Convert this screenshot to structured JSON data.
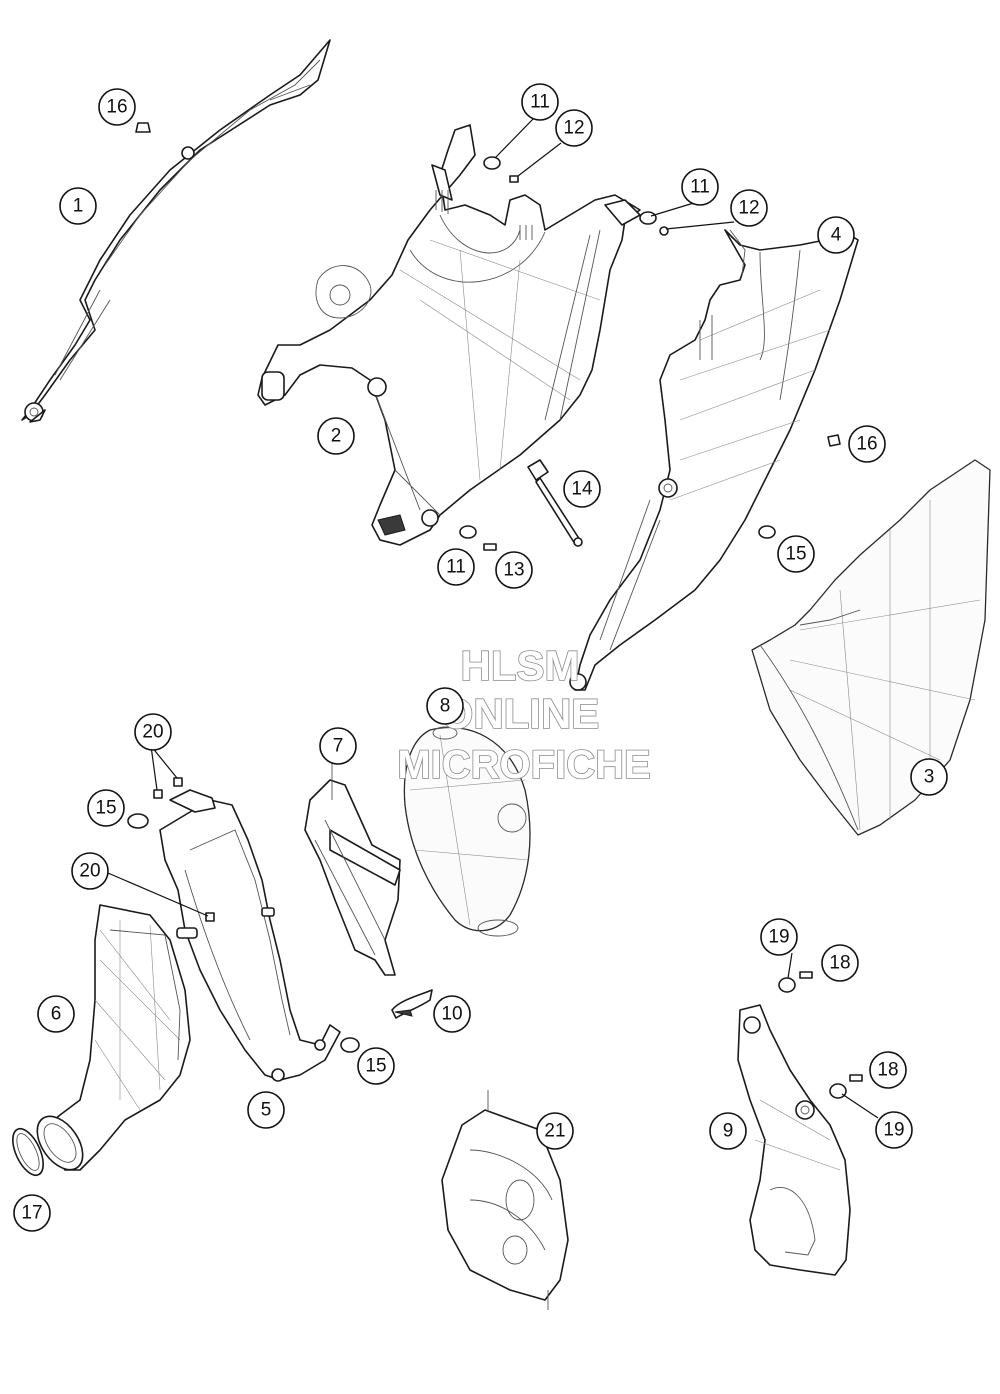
{
  "watermark": {
    "line1": "HLSM",
    "line2": "ONLINE",
    "line3": "MICROFICHE"
  },
  "callouts": [
    {
      "id": "c1",
      "label": "1"
    },
    {
      "id": "c2",
      "label": "2"
    },
    {
      "id": "c3",
      "label": "3"
    },
    {
      "id": "c4",
      "label": "4"
    },
    {
      "id": "c5",
      "label": "5"
    },
    {
      "id": "c6",
      "label": "6"
    },
    {
      "id": "c7",
      "label": "7"
    },
    {
      "id": "c8",
      "label": "8"
    },
    {
      "id": "c9",
      "label": "9"
    },
    {
      "id": "c10",
      "label": "10"
    },
    {
      "id": "c11a",
      "label": "11"
    },
    {
      "id": "c11b",
      "label": "11"
    },
    {
      "id": "c11c",
      "label": "11"
    },
    {
      "id": "c12a",
      "label": "12"
    },
    {
      "id": "c12b",
      "label": "12"
    },
    {
      "id": "c13",
      "label": "13"
    },
    {
      "id": "c14",
      "label": "14"
    },
    {
      "id": "c15a",
      "label": "15"
    },
    {
      "id": "c15b",
      "label": "15"
    },
    {
      "id": "c15c",
      "label": "15"
    },
    {
      "id": "c16a",
      "label": "16"
    },
    {
      "id": "c16b",
      "label": "16"
    },
    {
      "id": "c17",
      "label": "17"
    },
    {
      "id": "c18a",
      "label": "18"
    },
    {
      "id": "c18b",
      "label": "18"
    },
    {
      "id": "c19a",
      "label": "19"
    },
    {
      "id": "c19b",
      "label": "19"
    },
    {
      "id": "c20a",
      "label": "20"
    },
    {
      "id": "c20b",
      "label": "20"
    },
    {
      "id": "c21",
      "label": "21"
    }
  ]
}
